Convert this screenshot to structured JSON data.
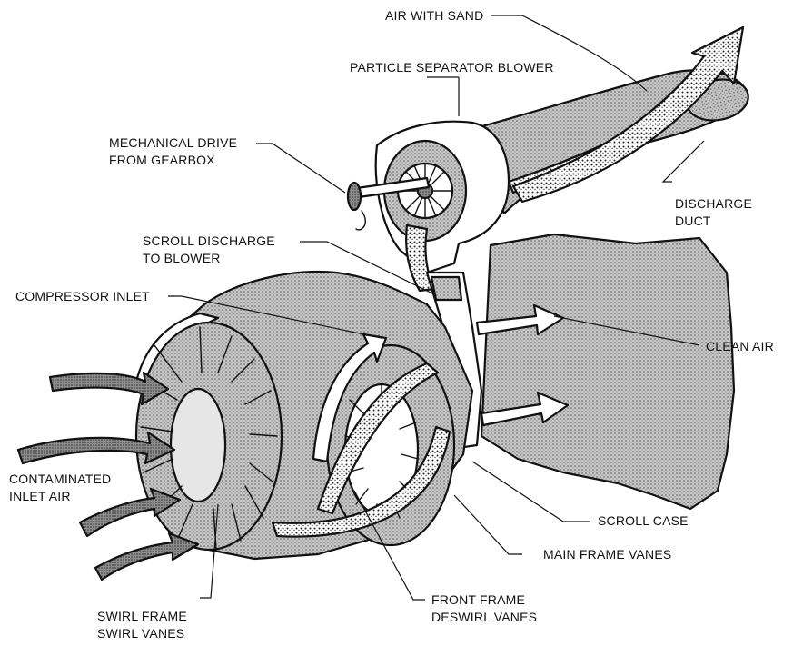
{
  "labels": {
    "air_with_sand": "AIR WITH SAND",
    "particle_separator_blower": "PARTICLE SEPARATOR BLOWER",
    "mechanical_drive": [
      "MECHANICAL DRIVE",
      "FROM GEARBOX"
    ],
    "discharge_duct": [
      "DISCHARGE",
      "DUCT"
    ],
    "scroll_discharge": [
      "SCROLL DISCHARGE",
      "TO BLOWER"
    ],
    "compressor_inlet": "COMPRESSOR INLET",
    "clean_air": "CLEAN AIR",
    "contaminated_inlet_air": [
      "CONTAMINATED",
      "INLET AIR"
    ],
    "scroll_case": "SCROLL CASE",
    "main_frame_vanes": "MAIN FRAME VANES",
    "front_frame": [
      "FRONT FRAME",
      "DESWIRL VANES"
    ],
    "swirl_frame": [
      "SWIRL FRAME",
      "SWIRL VANES"
    ]
  },
  "colors": {
    "ink": "#111111",
    "stipple": "#9a9a9a",
    "stipple_dark": "#6f6f6f",
    "paper": "#ffffff"
  }
}
